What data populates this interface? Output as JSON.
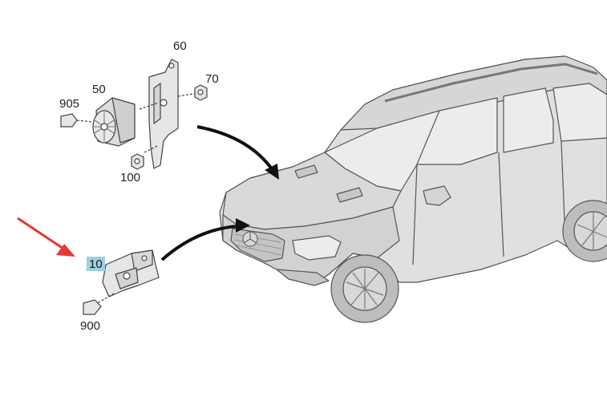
{
  "diagram": {
    "highlight_color": "#9ed0e0",
    "pointer_color": "#e53935",
    "callouts": [
      {
        "id": "60",
        "label": "60"
      },
      {
        "id": "70",
        "label": "70"
      },
      {
        "id": "50",
        "label": "50"
      },
      {
        "id": "905",
        "label": "905"
      },
      {
        "id": "100",
        "label": "100"
      },
      {
        "id": "10",
        "label": "10",
        "highlighted": true
      },
      {
        "id": "900",
        "label": "900"
      }
    ],
    "components": [
      "horn-part-50",
      "bracket-part-60",
      "nut-part-70",
      "bolt-part-905",
      "nut-part-100",
      "bracket-part-10",
      "bolt-part-900",
      "vehicle"
    ]
  }
}
